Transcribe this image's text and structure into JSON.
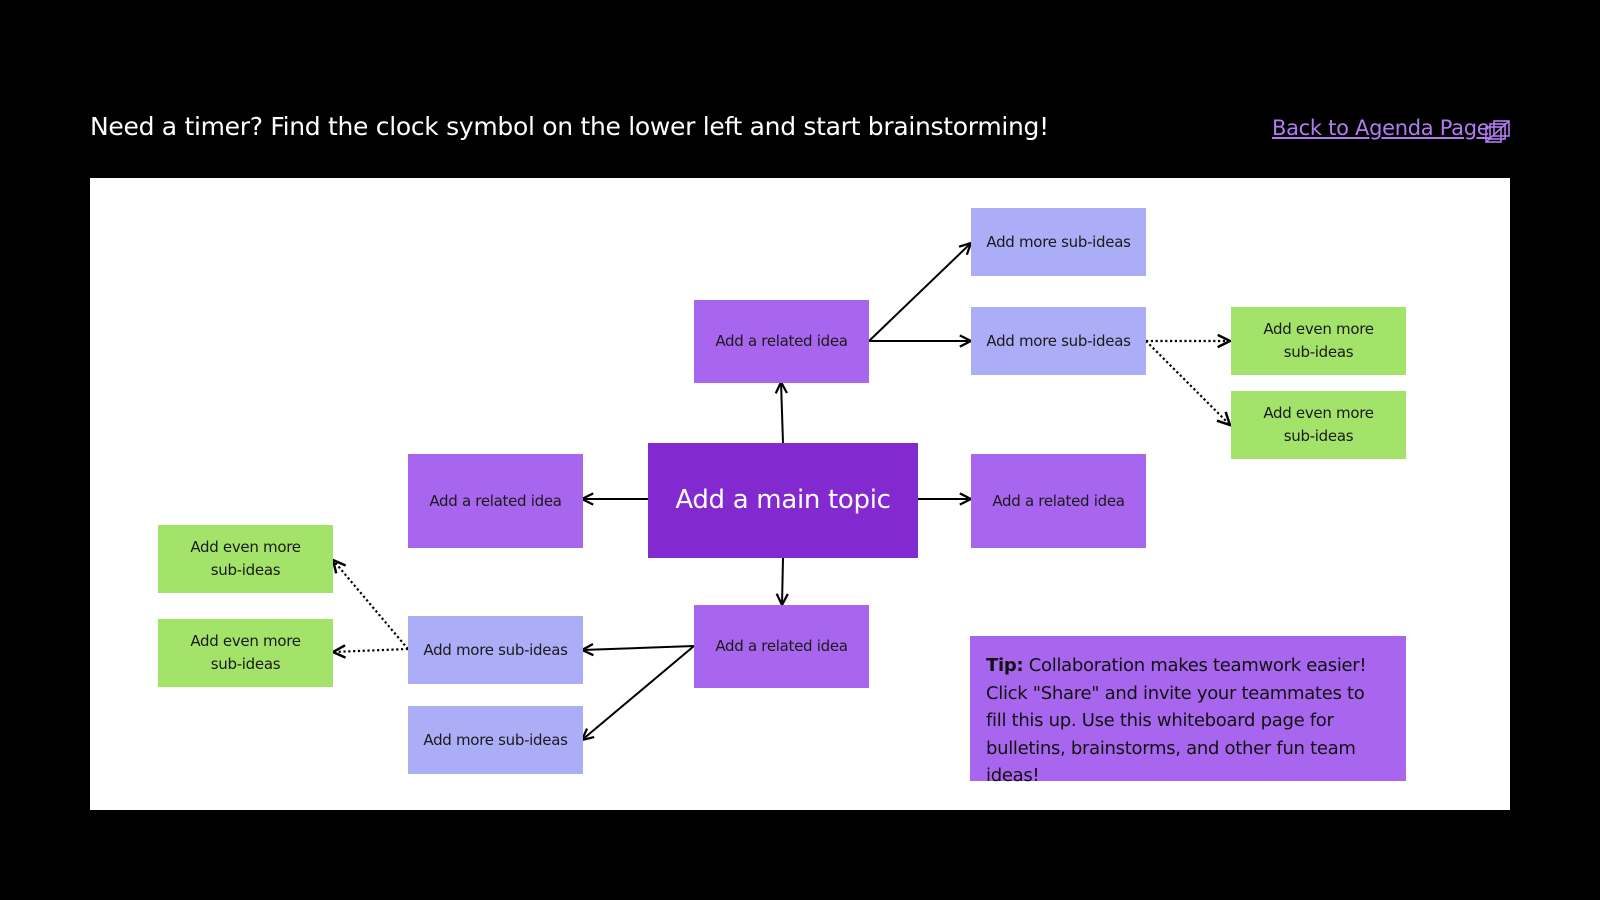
{
  "header": {
    "text": "Need a timer? Find the clock symbol on the lower left and start brainstorming!",
    "back_link": "Back to Agenda Page",
    "link_icon": "linked-squares-icon"
  },
  "diagram": {
    "main_topic": "Add a main topic",
    "related": [
      "Add a related idea",
      "Add a related idea",
      "Add a related idea",
      "Add a related idea"
    ],
    "sub_ideas": [
      "Add more sub-ideas",
      "Add more sub-ideas",
      "Add more sub-ideas",
      "Add more sub-ideas"
    ],
    "even_more": [
      "Add even more sub-ideas",
      "Add even more sub-ideas",
      "Add even more sub-ideas",
      "Add even more sub-ideas"
    ]
  },
  "tip": {
    "label": "Tip:",
    "text": " Collaboration makes teamwork easier! Click \"Share\" and invite your teammates to fill this up. Use this whiteboard page for bulletins, brainstorms, and other fun team ideas!"
  },
  "colors": {
    "background": "#000000",
    "board": "#ffffff",
    "main_topic": "#8329d0",
    "related_idea": "#a866ef",
    "sub_idea": "#acadf7",
    "even_more": "#a3e36a",
    "link": "#b07cf0"
  }
}
